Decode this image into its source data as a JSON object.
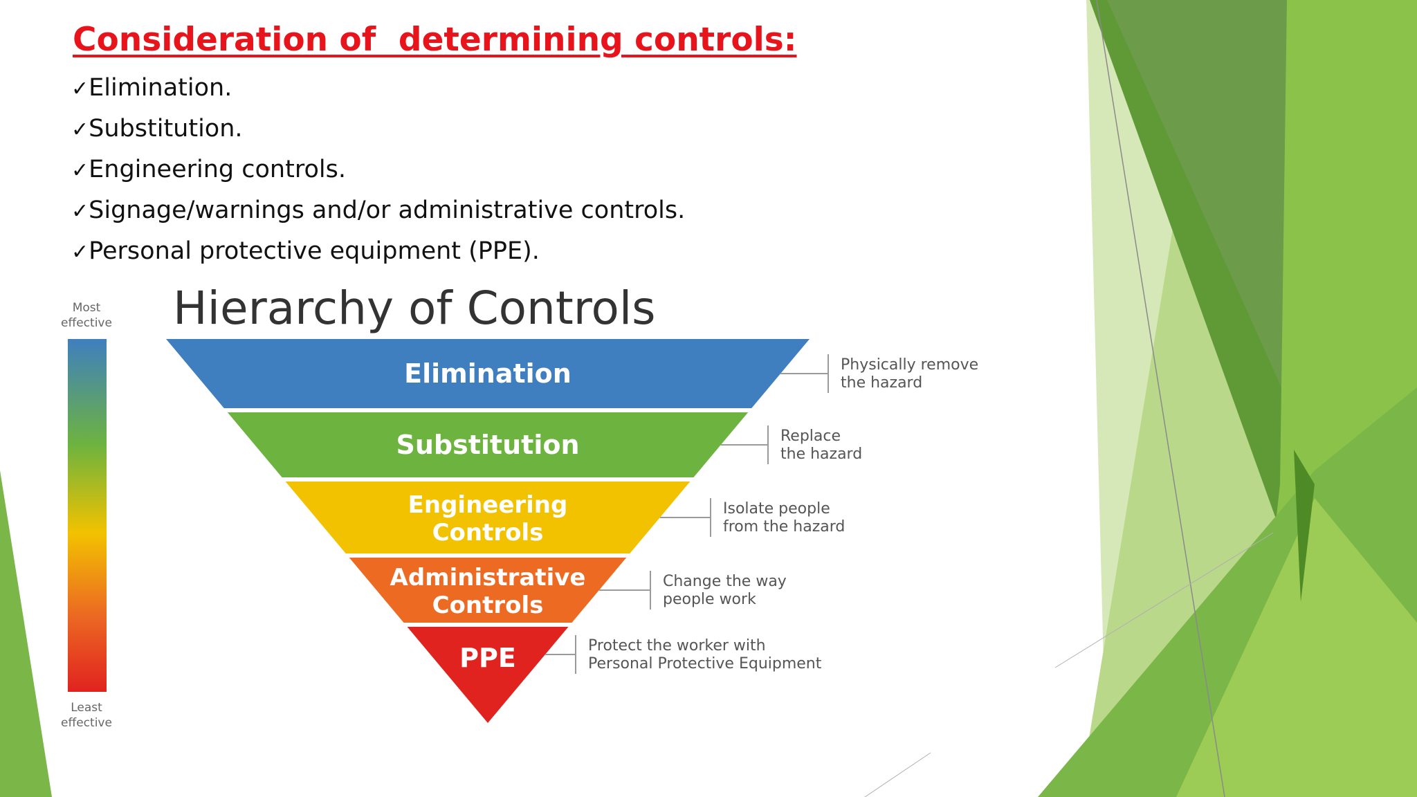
{
  "slide": {
    "title": "Consideration of  determining controls:",
    "checkmark": "✓",
    "bullets": [
      "Elimination.",
      "Substitution.",
      "Engineering controls.",
      "Signage/warnings and/or administrative controls.",
      "Personal protective equipment (PPE)."
    ]
  },
  "figure": {
    "title": "Hierarchy of Controls",
    "scale_top": [
      "Most",
      "effective"
    ],
    "scale_bottom": [
      "Least",
      "effective"
    ],
    "levels": [
      {
        "label": [
          "Elimination"
        ],
        "color": "#3f7fbf",
        "desc": [
          "Physically remove",
          "the hazard"
        ]
      },
      {
        "label": [
          "Substitution"
        ],
        "color": "#6db33f",
        "desc": [
          "Replace",
          "the hazard"
        ]
      },
      {
        "label": [
          "Engineering",
          "Controls"
        ],
        "color": "#f2c200",
        "desc": [
          "Isolate people",
          "from the hazard"
        ]
      },
      {
        "label": [
          "Administrative",
          "Controls"
        ],
        "color": "#ec6a22",
        "desc": [
          "Change the way",
          "people work"
        ]
      },
      {
        "label": [
          "PPE"
        ],
        "color": "#e0231f",
        "desc": [
          "Protect the worker with",
          "Personal Protective Equipment"
        ]
      }
    ]
  },
  "colors": {
    "title_red": "#e8141c",
    "green_dark": "#5a9a2e",
    "green_mid": "#7ab648",
    "green_light": "#a3c96a",
    "green_pale": "#d7e8b8"
  }
}
